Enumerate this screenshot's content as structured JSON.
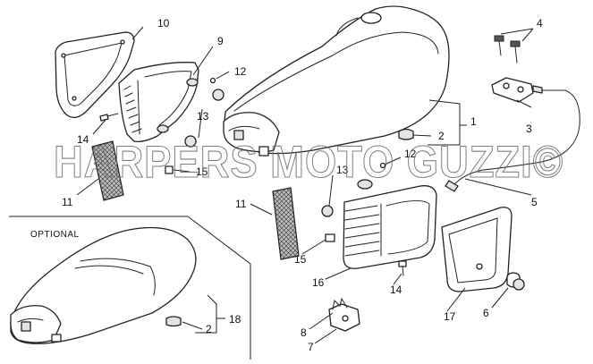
{
  "section_label": "OPTIONAL",
  "watermark": "HARPERS MOTO GUZZI©",
  "callouts": {
    "c1": "1",
    "c2a": "2",
    "c2b": "2",
    "c3": "3",
    "c4": "4",
    "c5": "5",
    "c6": "6",
    "c7": "7",
    "c8": "8",
    "c9": "9",
    "c10": "10",
    "c11a": "11",
    "c11b": "11",
    "c12a": "12",
    "c12b": "12",
    "c13a": "13",
    "c13b": "13",
    "c14a": "14",
    "c14b": "14",
    "c15a": "15",
    "c15b": "15",
    "c16": "16",
    "c17": "17",
    "c18": "18"
  }
}
